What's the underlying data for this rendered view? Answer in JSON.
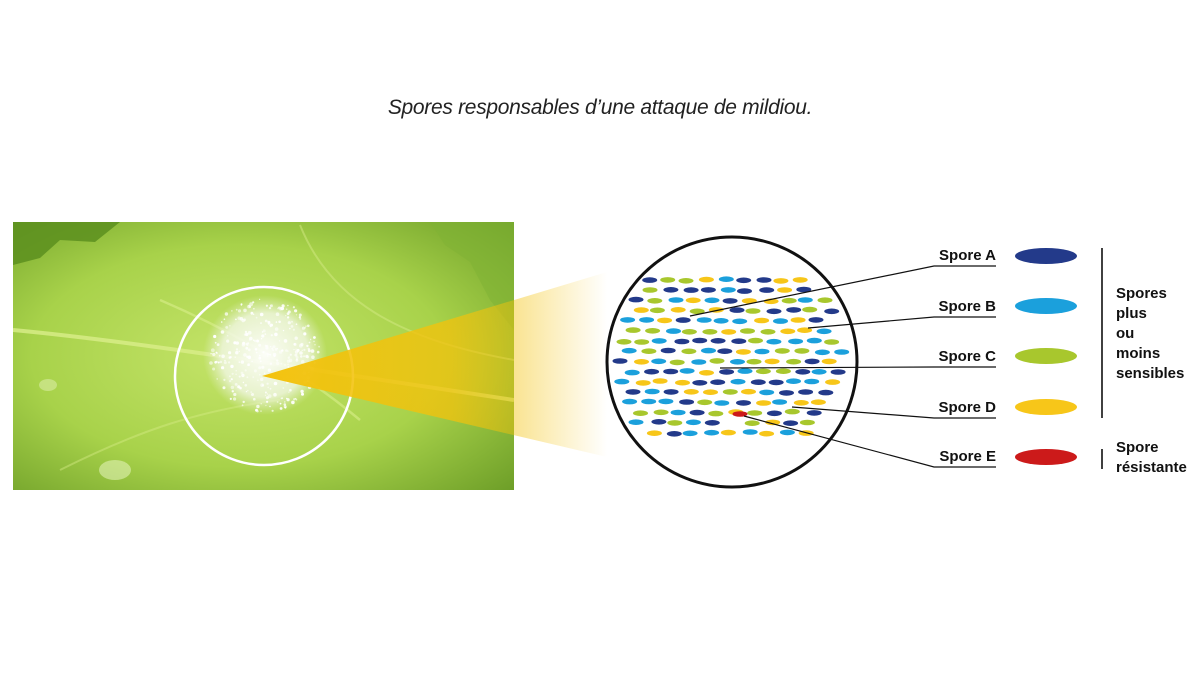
{
  "caption": "Spores responsables d’une attaque de mildiou.",
  "colors": {
    "spore_a": "#233a8a",
    "spore_b": "#1ba0dc",
    "spore_c": "#a8c72d",
    "spore_d": "#f7c619",
    "spore_e": "#cc1a1a",
    "leaf": "#a6d14a",
    "beam": "#f3c20c"
  },
  "legend": {
    "items": [
      {
        "key": "a",
        "label": "Spore A"
      },
      {
        "key": "b",
        "label": "Spore B"
      },
      {
        "key": "c",
        "label": "Spore C"
      },
      {
        "key": "d",
        "label": "Spore D"
      },
      {
        "key": "e",
        "label": "Spore E"
      }
    ],
    "group_sensitive": [
      "Spores",
      "plus",
      "ou",
      "moins",
      "sensibles"
    ],
    "group_resistant": [
      "Spore",
      "résistante"
    ]
  }
}
